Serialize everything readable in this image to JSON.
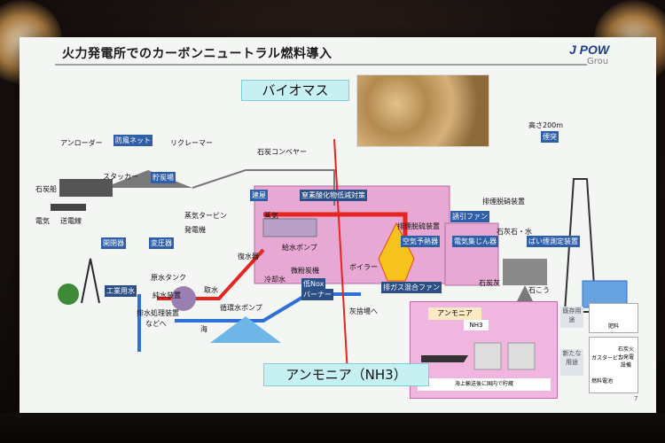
{
  "slide": {
    "title": "火力発電所でのカーボンニュートラル燃料導入",
    "logo_text": "J POW",
    "logo_sub": "Grou",
    "page_number": "7"
  },
  "callouts": {
    "biomass": "バイオマス",
    "ammonia": "アンモニア（NH3）"
  },
  "plant_labels": {
    "unloader": "アンローダー",
    "wind_net": "防風ネット",
    "reclaimer": "リクレーマー",
    "stacker": "スタッカー",
    "coal_yard": "貯炭場",
    "coal_ship": "石炭船",
    "coal_conveyor": "石炭コンベヤー",
    "chimney_height": "高さ200m",
    "chimney": "煙突",
    "electricity": "電気",
    "transmission": "送電線",
    "building": "建屋",
    "steam_turbine": "蒸気タービン",
    "generator": "発電機",
    "steam": "蒸気",
    "denitration": "窒素酸化物低減対策",
    "switchgear": "開閉器",
    "transformer": "変圧器",
    "condenser": "復水器",
    "boiler": "ボイラー",
    "feed_pump": "給水ポンプ",
    "pulverizer": "微粉炭機",
    "low_nox": "低Nox",
    "burner": "バーナー",
    "desulfurization": "排煙脱硫装置",
    "desulf_gypsum": "排煙脱硝装置",
    "induced_fan": "誘引ファン",
    "limestone": "石灰石・水",
    "air_preheater": "空気予熱器",
    "esp": "電気集じん器",
    "smoke_monitor": "ばい煙測定装置",
    "gas_mix_fan": "排ガス混合ファン",
    "coal_ash": "石炭灰",
    "gypsum": "石こう",
    "to_ash_site": "灰捨場へ",
    "industrial_water": "工業用水",
    "makeup_tank": "原水タンク",
    "pure_water": "純水装置",
    "wastewater": "排水処理装置",
    "etc": "などへ",
    "sea": "海",
    "cooling_water": "冷却水",
    "circ_pump": "循環水ポンプ",
    "inlet": "取水"
  },
  "ammonia_panel": {
    "title": "アンモニア",
    "formula": "NH3",
    "caption": "海上輸送後に国内で貯蔵"
  },
  "right_panel": {
    "use_existing": "既存用途",
    "fertilizer": "肥料",
    "new_use": "新たな用途",
    "gas_turbine": "ガスタービン",
    "coal_thermal": "石炭火力発電設備",
    "fuel_cell": "燃料電池"
  },
  "colors": {
    "steam_line": "#e62420",
    "water_line": "#2e6fd8",
    "building": "#e8a8d4",
    "callout_bg": "#c7f0f2",
    "pointer": "#e62420"
  }
}
